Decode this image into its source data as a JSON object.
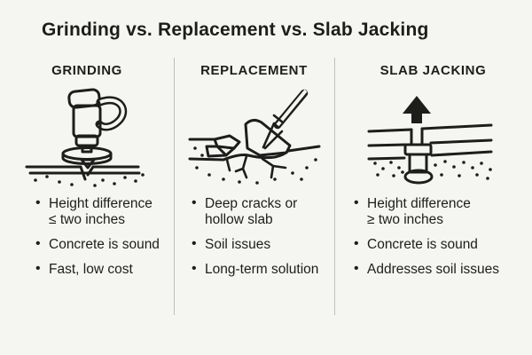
{
  "title": "Grinding vs. Replacement vs. Slab Jacking",
  "columns": [
    {
      "header": "GRINDING",
      "icon": "concrete-grinder-icon",
      "bullets": [
        "Height difference\n≤ two inches",
        "Concrete is sound",
        "Fast, low cost"
      ]
    },
    {
      "header": "REPLACEMENT",
      "icon": "shovel-broken-slab-icon",
      "bullets": [
        "Deep cracks or\nhollow slab",
        "Soil issues",
        "Long-term solution"
      ]
    },
    {
      "header": "SLAB JACKING",
      "icon": "slab-lift-arrow-icon",
      "bullets": [
        "Height difference\n≥ two inches",
        "Concrete is sound",
        "Addresses soil issues"
      ]
    }
  ],
  "colors": {
    "background": "#f5f5f2",
    "ink": "#1d1d1b",
    "divider": "#bdbdb9"
  }
}
